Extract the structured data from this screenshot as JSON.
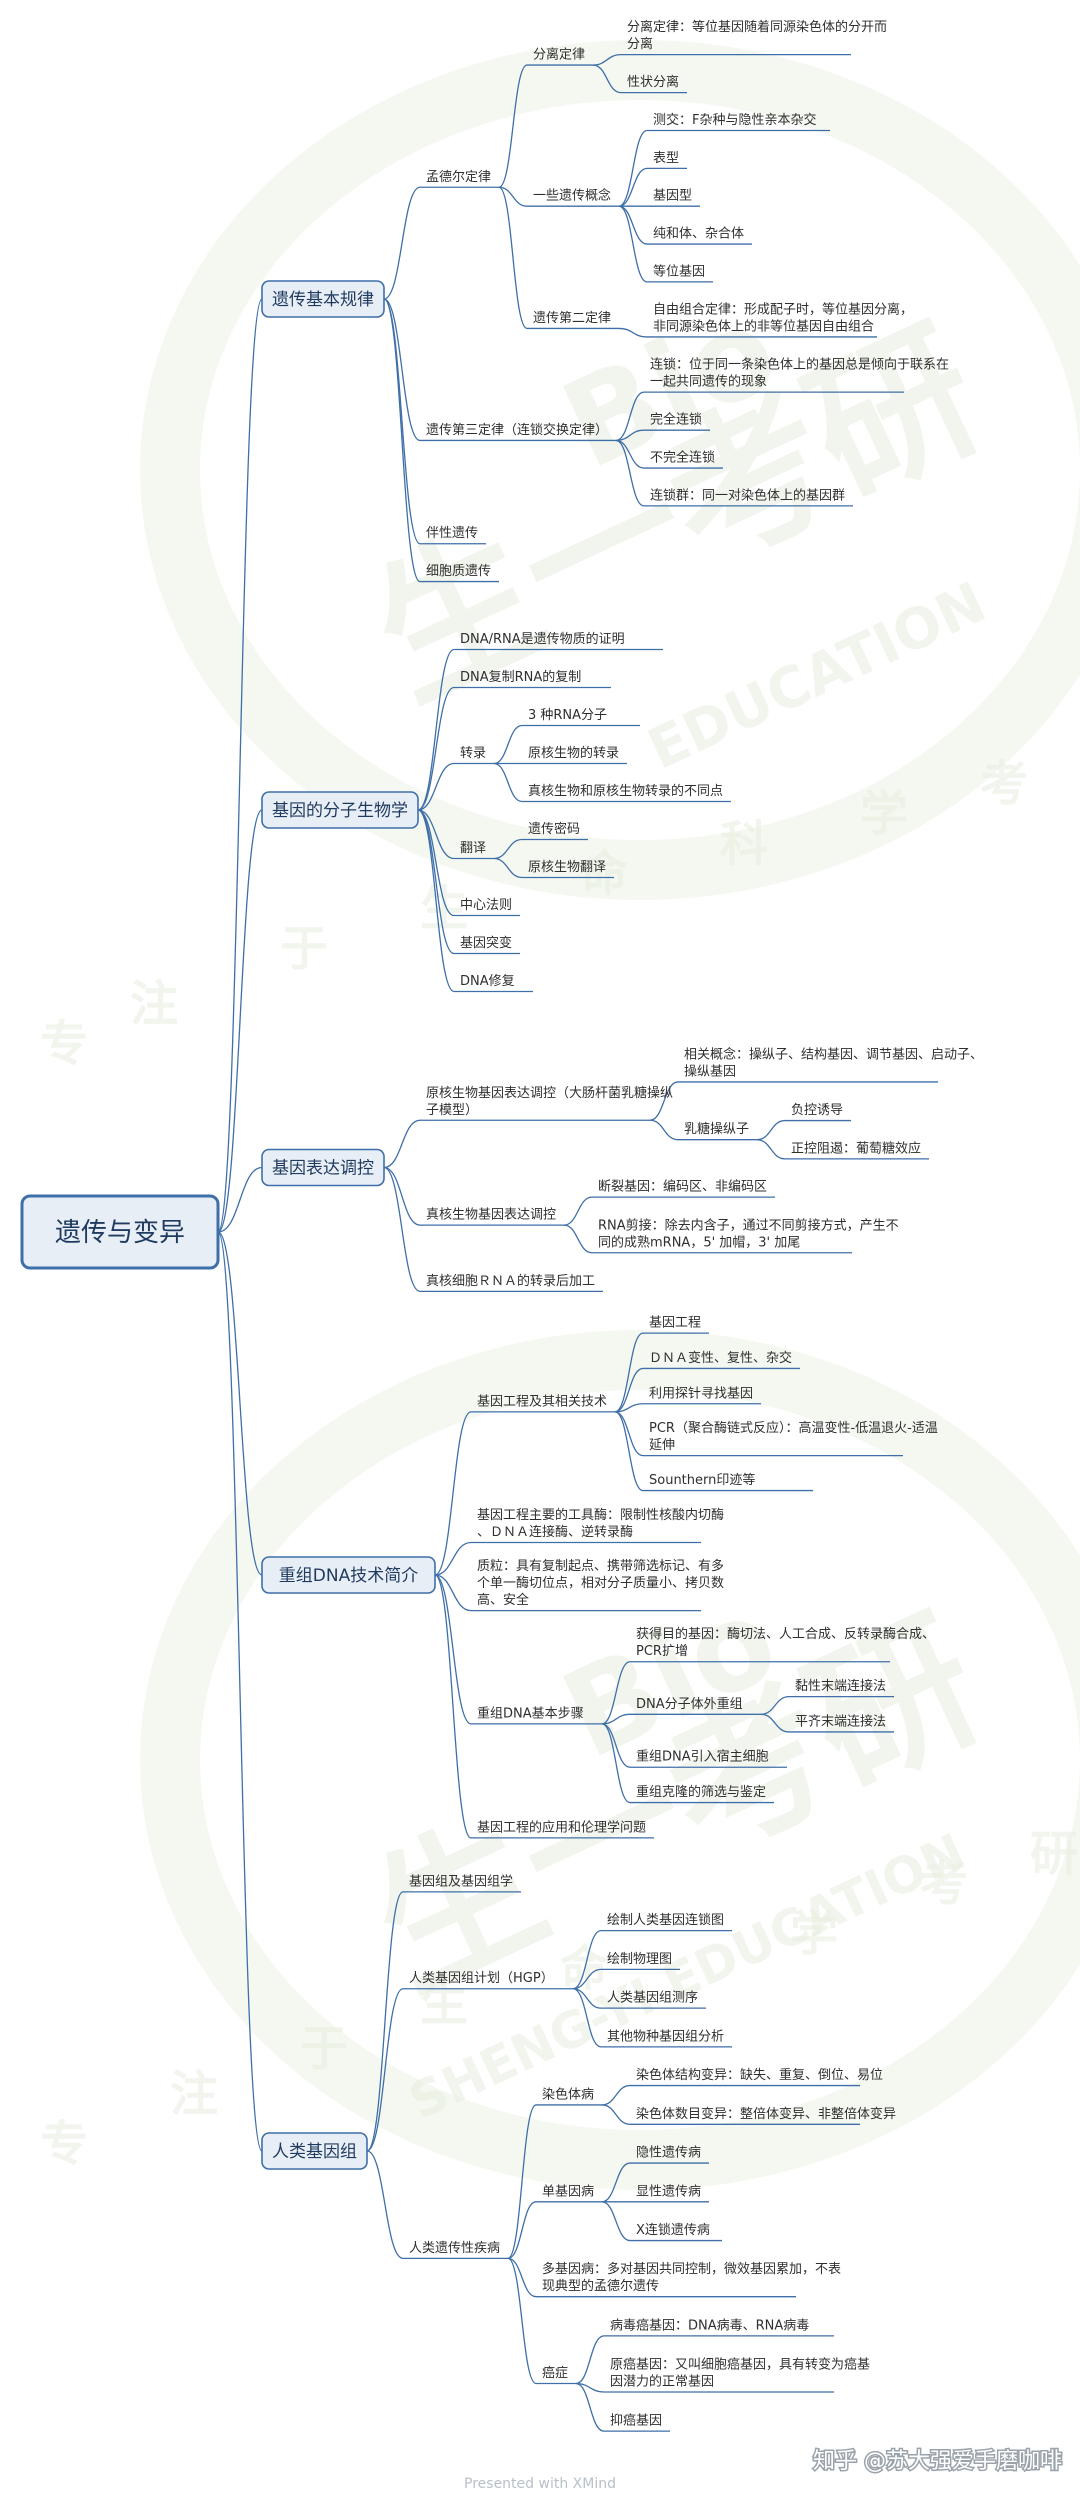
{
  "root": "遗传与变异",
  "branches": [
    {
      "label": "遗传基本规律",
      "children": [
        {
          "label": "孟德尔定律",
          "children": [
            {
              "label": "分离定律",
              "children": [
                {
                  "label": "分离定律：等位基因随着同源染色体的分开而分离"
                },
                {
                  "label": "性状分离"
                }
              ]
            },
            {
              "label": "一些遗传概念",
              "children": [
                {
                  "label": "测交：F杂种与隐性亲本杂交"
                },
                {
                  "label": "表型"
                },
                {
                  "label": "基因型"
                },
                {
                  "label": "纯和体、杂合体"
                },
                {
                  "label": "等位基因"
                }
              ]
            },
            {
              "label": "遗传第二定律",
              "children": [
                {
                  "label": "自由组合定律：形成配子时，等位基因分离，非同源染色体上的非等位基因自由组合"
                }
              ]
            }
          ]
        },
        {
          "label": "遗传第三定律（连锁交换定律）",
          "children": [
            {
              "label": "连锁：位于同一条染色体上的基因总是倾向于联系在一起共同遗传的现象"
            },
            {
              "label": "完全连锁"
            },
            {
              "label": "不完全连锁"
            },
            {
              "label": "连锁群：同一对染色体上的基因群"
            }
          ]
        },
        {
          "label": "伴性遗传"
        },
        {
          "label": "细胞质遗传"
        }
      ]
    },
    {
      "label": "基因的分子生物学",
      "children": [
        {
          "label": "DNA/RNA是遗传物质的证明"
        },
        {
          "label": "DNA复制RNA的复制"
        },
        {
          "label": "转录",
          "children": [
            {
              "label": "3 种RNA分子"
            },
            {
              "label": "原核生物的转录"
            },
            {
              "label": "真核生物和原核生物转录的不同点"
            }
          ]
        },
        {
          "label": "翻译",
          "children": [
            {
              "label": "遗传密码"
            },
            {
              "label": "原核生物翻译"
            }
          ]
        },
        {
          "label": "中心法则"
        },
        {
          "label": "基因突变"
        },
        {
          "label": "DNA修复"
        }
      ]
    },
    {
      "label": "基因表达调控",
      "children": [
        {
          "label": "原核生物基因表达调控（大肠杆菌乳糖操纵子模型）",
          "children": [
            {
              "label": "相关概念：操纵子、结构基因、调节基因、启动子、操纵基因"
            },
            {
              "label": "乳糖操纵子",
              "children": [
                {
                  "label": "负控诱导"
                },
                {
                  "label": "正控阻遏：葡萄糖效应"
                }
              ]
            }
          ]
        },
        {
          "label": "真核生物基因表达调控",
          "children": [
            {
              "label": "断裂基因：编码区、非编码区"
            },
            {
              "label": "RNA剪接：除去内含子，通过不同剪接方式，产生不同的成熟mRNA，5' 加帽，3' 加尾"
            }
          ]
        },
        {
          "label": "真核细胞ＲＮＡ的转录后加工"
        }
      ]
    },
    {
      "label": "重组DNA技术简介",
      "children": [
        {
          "label": "基因工程及其相关技术",
          "children": [
            {
              "label": "基因工程"
            },
            {
              "label": "ＤＮＡ变性、复性、杂交"
            },
            {
              "label": "利用探针寻找基因"
            },
            {
              "label": "PCR（聚合酶链式反应）：高温变性-低温退火-适温延伸"
            },
            {
              "label": "Sounthern印迹等"
            }
          ]
        },
        {
          "label": "基因工程主要的工具酶：限制性核酸内切酶、ＤＮＡ连接酶、逆转录酶"
        },
        {
          "label": "质粒：具有复制起点、携带筛选标记、有多个单一酶切位点，相对分子质量小、拷贝数高、安全"
        },
        {
          "label": "重组DNA基本步骤",
          "children": [
            {
              "label": "获得目的基因：酶切法、人工合成、反转录酶合成、PCR扩增"
            },
            {
              "label": "DNA分子体外重组",
              "children": [
                {
                  "label": "黏性末端连接法"
                },
                {
                  "label": "平齐末端连接法"
                }
              ]
            },
            {
              "label": "重组DNA引入宿主细胞"
            },
            {
              "label": "重组克隆的筛选与鉴定"
            }
          ]
        },
        {
          "label": "基因工程的应用和伦理学问题"
        }
      ]
    },
    {
      "label": "人类基因组",
      "children": [
        {
          "label": "基因组及基因组学"
        },
        {
          "label": "人类基因组计划（HGP）",
          "children": [
            {
              "label": "绘制人类基因连锁图"
            },
            {
              "label": "绘制物理图"
            },
            {
              "label": "人类基因组测序"
            },
            {
              "label": "其他物种基因组分析"
            }
          ]
        },
        {
          "label": "人类遗传性疾病",
          "children": [
            {
              "label": "染色体病",
              "children": [
                {
                  "label": "染色体结构变异：缺失、重复、倒位、易位"
                },
                {
                  "label": "染色体数目变异：整倍体变异、非整倍体变异"
                }
              ]
            },
            {
              "label": "单基因病",
              "children": [
                {
                  "label": "隐性遗传病"
                },
                {
                  "label": "显性遗传病"
                },
                {
                  "label": "X连锁遗传病"
                }
              ]
            },
            {
              "label": "多基因病：多对基因共同控制，微效基因累加，不表现典型的孟德尔遗传"
            },
            {
              "label": "癌症",
              "children": [
                {
                  "label": "病毒癌基因：DNA病毒、RNA病毒"
                },
                {
                  "label": "原癌基因：又叫细胞癌基因，具有转变为癌基因潜力的正常基因"
                },
                {
                  "label": "抑癌基因"
                }
              ]
            }
          ]
        }
      ]
    }
  ],
  "watermarks": [
    "Bio",
    "生一考研",
    "EDUCATION",
    "SHENG-YI EDUCATION",
    "专",
    "注",
    "于",
    "生",
    "命",
    "科",
    "学",
    "考",
    "研"
  ],
  "footer": "Presented with XMind",
  "credit": "知乎 @苏大强爱手磨咖啡"
}
